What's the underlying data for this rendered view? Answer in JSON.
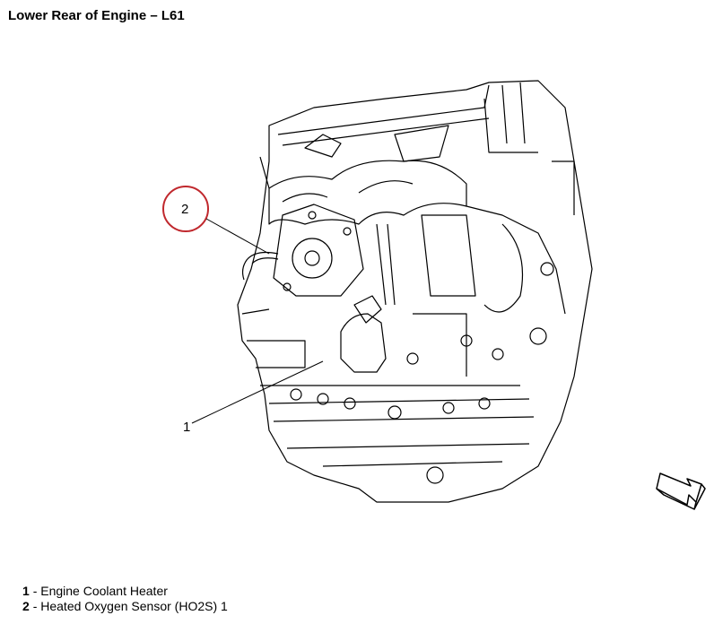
{
  "title": "Lower Rear of Engine – L61",
  "callouts": [
    {
      "number": "1"
    },
    {
      "number": "2"
    }
  ],
  "legend": [
    {
      "number": "1",
      "label": "Engine Coolant Heater"
    },
    {
      "number": "2",
      "label": "Heated Oxygen Sensor (HO2S) 1"
    }
  ],
  "colors": {
    "highlight_circle": "#c0282d",
    "lines": "#000000"
  },
  "icons": [
    "view-direction-arrow-icon"
  ]
}
